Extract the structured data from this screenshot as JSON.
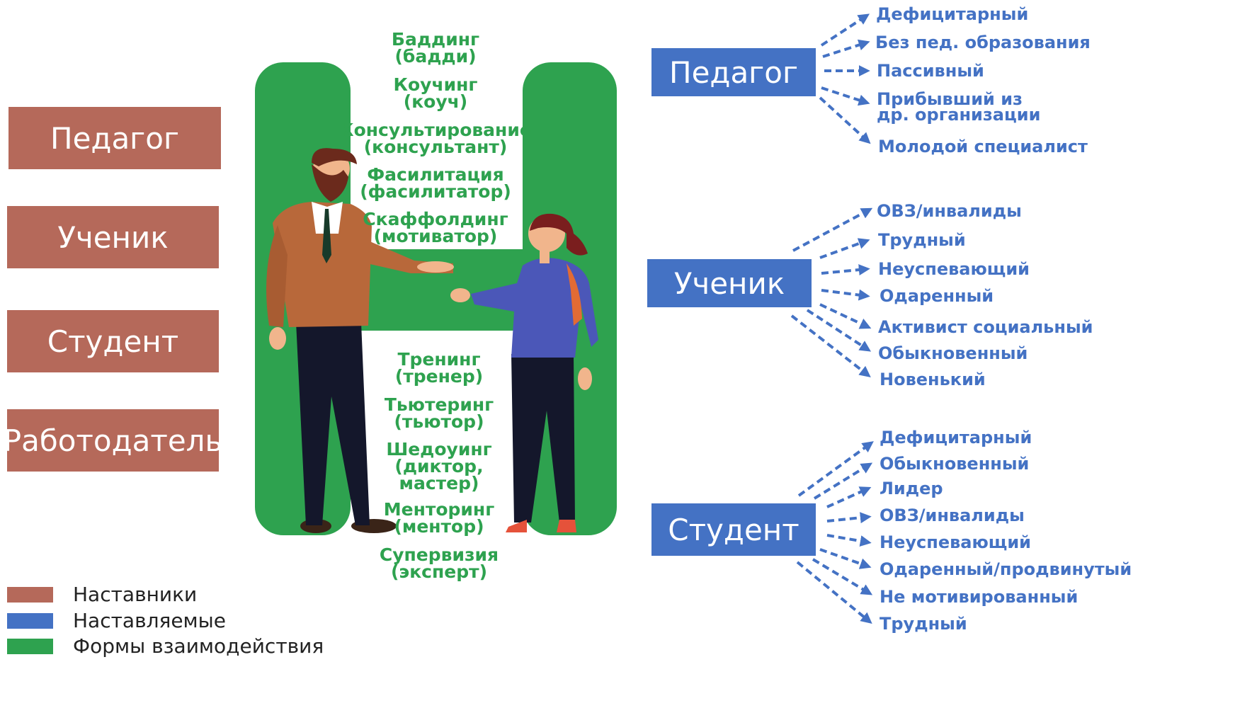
{
  "mentors": [
    "Педагог",
    "Ученик",
    "Студент",
    "Работодатель"
  ],
  "forms_top": [
    {
      "line1": "Баддинг",
      "line2": "(бадди)"
    },
    {
      "line1": "Коучинг",
      "line2": "(коуч)"
    },
    {
      "line1": "Консультирование",
      "line2": "(консультант)"
    },
    {
      "line1": "Фасилитация",
      "line2": "(фасилитатор)"
    },
    {
      "line1": "Скаффолдинг",
      "line2": "(мотиватор)"
    }
  ],
  "forms_bottom": [
    {
      "line1": "Тренинг",
      "line2": "(тренер)"
    },
    {
      "line1": "Тьютеринг",
      "line2": "(тьютор)"
    },
    {
      "line1": "Шедоуинг",
      "line2": "(диктор,",
      "line3": "мастер)"
    },
    {
      "line1": "Менторинг",
      "line2": "(ментор)"
    },
    {
      "line1": "Супервизия",
      "line2": "(эксперт)"
    }
  ],
  "mentees": [
    {
      "label": "Педагог",
      "targets": [
        "Дефицитарный",
        "Без пед. образования",
        "Пассивный",
        "Прибывший из",
        "др. организации",
        "Молодой специалист"
      ]
    },
    {
      "label": "Ученик",
      "targets": [
        "ОВЗ/инвалиды",
        "Трудный",
        "Неуспевающий",
        "Одаренный",
        "Активист социальный",
        "Обыкновенный",
        "Новенький"
      ]
    },
    {
      "label": "Студент",
      "targets": [
        "Дефицитарный",
        "Обыкновенный",
        "Лидер",
        "ОВЗ/инвалиды",
        "Неуспевающий",
        "Одаренный/продвинутый",
        "Не мотивированный",
        "Трудный"
      ]
    }
  ],
  "legend": [
    {
      "label": "Наставники",
      "color": "#b5695a"
    },
    {
      "label": "Наставляемые",
      "color": "#4472c4"
    },
    {
      "label": "Формы взаимодействия",
      "color": "#2ea24f"
    }
  ],
  "colors": {
    "mentor": "#b5695a",
    "mentee": "#4472c4",
    "form": "#2ea24f"
  }
}
